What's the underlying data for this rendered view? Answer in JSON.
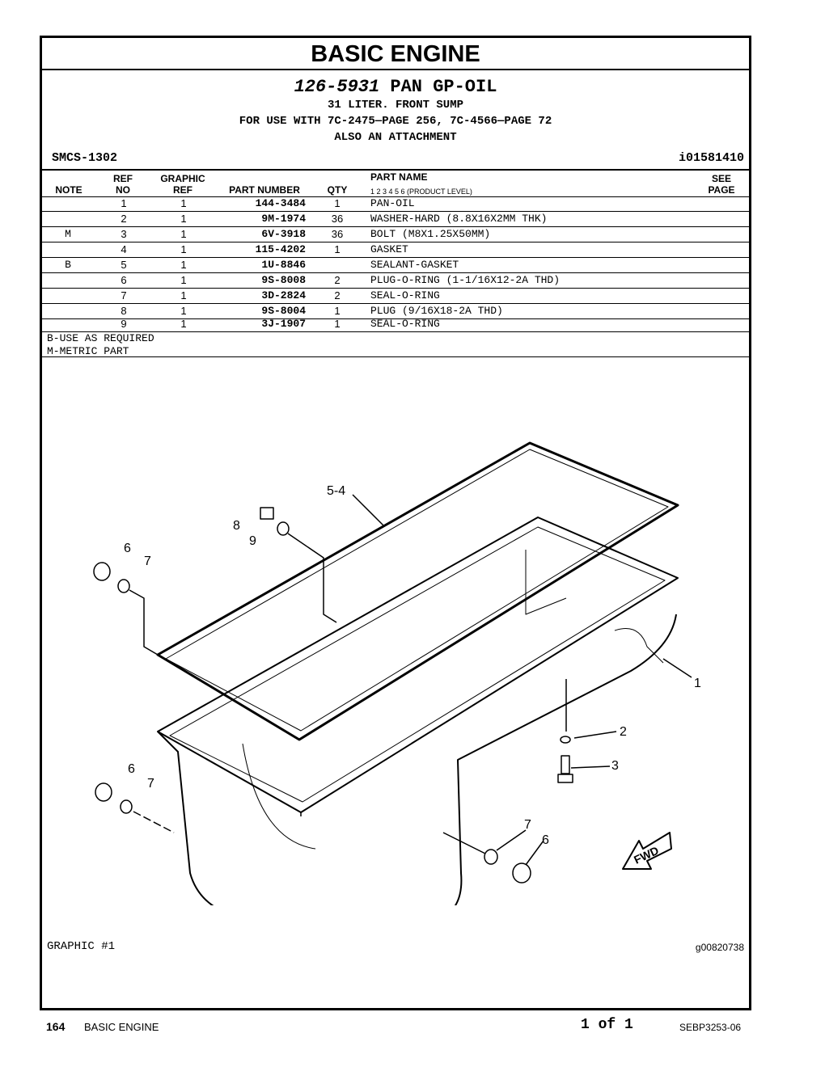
{
  "header": {
    "section_title": "BASIC ENGINE",
    "group_number": "126-5931",
    "group_name": "PAN GP-OIL",
    "subtitle_1": "31 LITER. FRONT SUMP",
    "subtitle_2": "FOR USE WITH 7C-2475—PAGE 256, 7C-4566—PAGE 72",
    "subtitle_3": "ALSO AN ATTACHMENT",
    "smcs": "SMCS-1302",
    "ident": "i01581410"
  },
  "table": {
    "headers": {
      "note": "NOTE",
      "ref_top": "REF",
      "ref_bottom": "NO",
      "graphic_top": "GRAPHIC",
      "graphic_bottom": "REF",
      "part_number": "PART NUMBER",
      "qty": "QTY",
      "part_name": "PART NAME",
      "levels": "1    2    3    4    5    6    (PRODUCT LEVEL)",
      "see_top": "SEE",
      "see_bottom": "PAGE"
    },
    "rows": [
      {
        "note": "",
        "ref": "1",
        "graphic": "1",
        "part": "144-3484",
        "qty": "1",
        "name": "PAN-OIL"
      },
      {
        "note": "",
        "ref": "2",
        "graphic": "1",
        "part": "9M-1974",
        "qty": "36",
        "name": "WASHER-HARD (8.8X16X2MM THK)"
      },
      {
        "note": "M",
        "ref": "3",
        "graphic": "1",
        "part": "6V-3918",
        "qty": "36",
        "name": "BOLT (M8X1.25X50MM)"
      },
      {
        "note": "",
        "ref": "4",
        "graphic": "1",
        "part": "115-4202",
        "qty": "1",
        "name": "GASKET"
      },
      {
        "note": "B",
        "ref": "5",
        "graphic": "1",
        "part": "1U-8846",
        "qty": "",
        "name": "SEALANT-GASKET"
      },
      {
        "note": "",
        "ref": "6",
        "graphic": "1",
        "part": "9S-8008",
        "qty": "2",
        "name": "PLUG-O-RING (1-1/16X12-2A THD)"
      },
      {
        "note": "",
        "ref": "7",
        "graphic": "1",
        "part": "3D-2824",
        "qty": "2",
        "name": "SEAL-O-RING"
      },
      {
        "note": "",
        "ref": "8",
        "graphic": "1",
        "part": "9S-8004",
        "qty": "1",
        "name": "PLUG (9/16X18-2A THD)"
      },
      {
        "note": "",
        "ref": "9",
        "graphic": "1",
        "part": "3J-1907",
        "qty": "1",
        "name": "SEAL-O-RING"
      }
    ],
    "notes": [
      "B-USE AS REQUIRED",
      "M-METRIC PART"
    ]
  },
  "graphic": {
    "label": "GRAPHIC #1",
    "id": "g00820738",
    "callouts": {
      "c54": "5-4",
      "c8": "8",
      "c9": "9",
      "c6a": "6",
      "c7a": "7",
      "c1": "1",
      "c2": "2",
      "c3": "3",
      "c6b": "6",
      "c7b": "7",
      "c7c": "7",
      "c6c": "6",
      "fwd": "FWD"
    }
  },
  "footer": {
    "page": "164",
    "section": "BASIC ENGINE",
    "of": "1 of 1",
    "doc": "SEBP3253-06"
  }
}
